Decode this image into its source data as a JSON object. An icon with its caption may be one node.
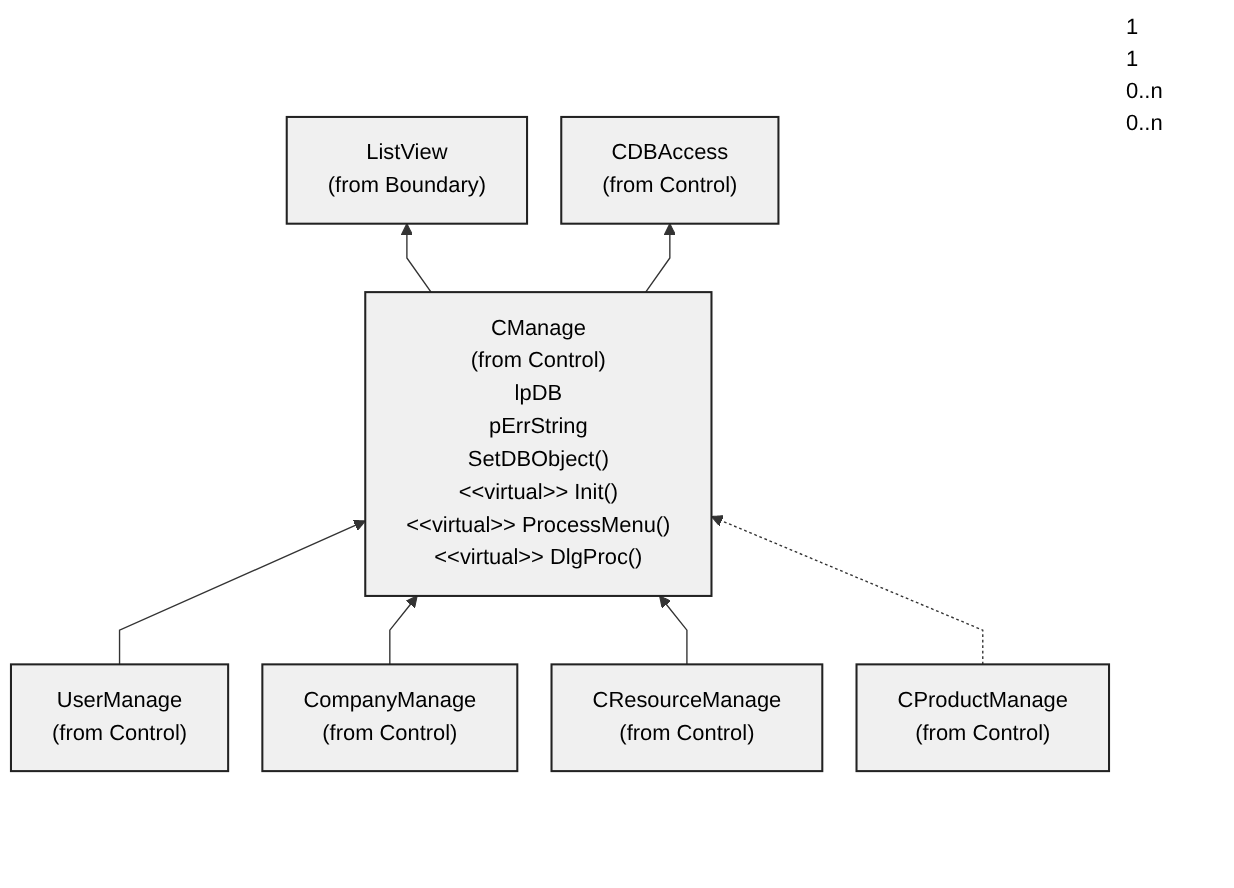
{
  "diagram": {
    "nodes": [
      {
        "text": [
          "ListView",
          "(from Boundary)"
        ]
      },
      {
        "text": [
          "CDBAccess",
          "(from Control)"
        ]
      },
      {
        "text": [
          "CManage",
          "(from Control)",
          "lpDB",
          "pErrString",
          "SetDBObject()",
          "<<virtual>> Init()",
          "<<virtual>> ProcessMenu()",
          "<<virtual>> DlgProc()"
        ]
      },
      {
        "text": [
          "UserManage",
          "(from Control)"
        ]
      },
      {
        "text": [
          "CompanyManage",
          "(from Control)"
        ]
      },
      {
        "text": [
          "CResourceManage",
          "(from Control)"
        ]
      },
      {
        "text": [
          "CProductManage",
          "(from Control)"
        ]
      }
    ],
    "edges": [
      {
        "from": 2,
        "to": 0,
        "arrow": "to"
      },
      {
        "from": 2,
        "to": 1,
        "arrow": "to"
      },
      {
        "from": 3,
        "to": 2,
        "arrow": "to"
      },
      {
        "from": 4,
        "to": 2,
        "arrow": "to"
      },
      {
        "from": 5,
        "to": 2,
        "arrow": "to"
      },
      {
        "from": 6,
        "to": 2,
        "arrow": "to",
        "style": "dashed"
      }
    ],
    "labels": [
      "1",
      "1",
      "0..n",
      "0..n"
    ]
  }
}
